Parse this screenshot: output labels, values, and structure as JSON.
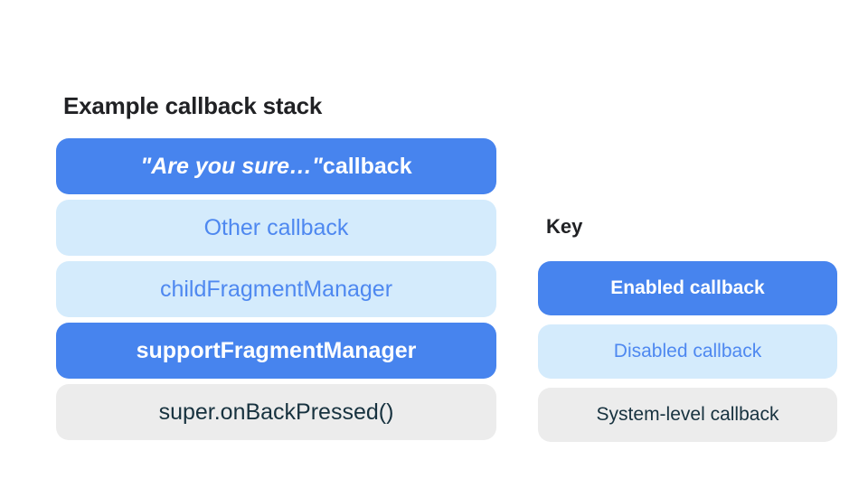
{
  "colors": {
    "enabled_bg": "#4784EE",
    "enabled_text": "#FFFFFF",
    "disabled_bg": "#D4EBFC",
    "disabled_text": "#4E88F0",
    "system_bg": "#ECECEC",
    "system_text": "#17323F"
  },
  "stack": {
    "title": "Example callback stack",
    "items": [
      {
        "label_italic": "\"Are you sure…\"",
        "label_rest": " callback",
        "type": "enabled"
      },
      {
        "label": "Other callback",
        "type": "disabled"
      },
      {
        "label": "childFragmentManager",
        "type": "disabled"
      },
      {
        "label": "supportFragmentManager",
        "type": "enabled"
      },
      {
        "label": "super.onBackPressed()",
        "type": "system"
      }
    ]
  },
  "key": {
    "title": "Key",
    "items": [
      {
        "label": "Enabled callback",
        "type": "enabled"
      },
      {
        "label": "Disabled callback",
        "type": "disabled"
      },
      {
        "label": "System-level callback",
        "type": "system"
      }
    ]
  }
}
